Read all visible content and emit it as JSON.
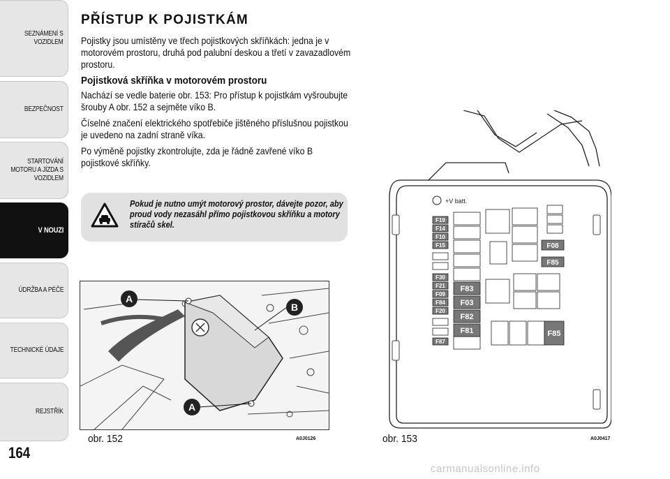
{
  "sidebar": {
    "tabs": [
      {
        "label": "SEZNÁMENÍ S\nVOZIDLEM",
        "active": false
      },
      {
        "label": "BEZPEČNOST",
        "active": false
      },
      {
        "label": "STARTOVÁNÍ\nMOTORU A JÍZDA S\nVOZIDLEM",
        "active": false
      },
      {
        "label": "V NOUZI",
        "active": true
      },
      {
        "label": "ÚDRŽBA A PÉČE",
        "active": false
      },
      {
        "label": "TECHNICKÉ ÚDAJE",
        "active": false
      },
      {
        "label": "REJSTŘÍK",
        "active": false
      }
    ]
  },
  "page": {
    "number": "164"
  },
  "content": {
    "title": "PŘÍSTUP K POJISTKÁM",
    "intro": "Pojistky jsou umístěny ve třech pojistkových skříňkách: jedna je v motorovém prostoru, druhá pod palubní deskou a třetí v zavazadlovém prostoru.",
    "subtitle": "Pojistková skříňka v motorovém prostoru",
    "para1": "Nachází se vedle baterie obr. 153: Pro přístup k pojistkám vyšroubujte šrouby A obr. 152 a sejměte víko B.",
    "para2": "Číselné značení elektrického spotřebiče jištěného příslušnou pojistkou je uvedeno na zadní straně víka.",
    "para3": "Po výměně pojistky zkontrolujte, zda je řádně zavřené víko B pojistkové skříňky."
  },
  "warning": {
    "text": "Pokud je nutno umýt motorový prostor, dávejte pozor, aby proud vody nezasáhl přímo pojistkovou skříňku a motory stíračů skel.",
    "icon": "warning-triangle-car-icon"
  },
  "figures": {
    "fig152": {
      "caption": "obr. 152",
      "code": "A0J0126",
      "labels": [
        "A",
        "B",
        "A"
      ]
    },
    "fig153": {
      "caption": "obr. 153",
      "code": "A0J0417",
      "batt_label": "+V batt.",
      "left_column": [
        "F19",
        "F14",
        "F10",
        "F15",
        "F30",
        "F21",
        "F09",
        "F84",
        "F20",
        "F87"
      ],
      "middle_column": [
        "F83",
        "F03",
        "F82",
        "F81"
      ],
      "right_labels": [
        "F08",
        "F85"
      ],
      "bottom_label": "F85"
    }
  },
  "watermark": "carmanualsonline.info",
  "colors": {
    "active_tab": "#111111",
    "tab": "#e6e6e6",
    "warning_bg": "#e1e1e1",
    "fuse_dark": "#777777"
  }
}
